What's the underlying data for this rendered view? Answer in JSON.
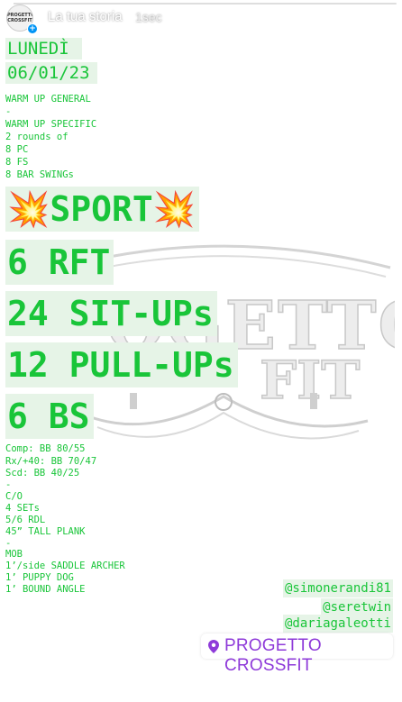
{
  "header": {
    "title": "La tua storia",
    "time": "1sec",
    "avatar_text": "PROGETTO CROSSFIT",
    "avatar_badge": "+"
  },
  "story": {
    "progress_fraction": 0.02
  },
  "workout": {
    "day": "LUNEDÌ",
    "date": "06/01/23",
    "warmup_lines": [
      "WARM UP GENERAL",
      "-",
      "WARM UP SPECIFIC",
      "2 rounds of",
      "8 PC",
      "8 FS",
      "8 BAR SWINGs"
    ],
    "big_lines": [
      "💥SPORT💥",
      "6 RFT",
      "24 SIT-UPs",
      "12 PULL-UPs",
      "6 BS"
    ],
    "detail_lines": [
      "Comp: BB 80/55",
      "Rx/+40: BB 70/47",
      "Scd: BB 40/25",
      "-",
      "C/O",
      "4 SETs",
      "5/6 RDL",
      "45” TALL PLANK",
      "-",
      "MOB",
      "1’/side SADDLE ARCHER",
      "1’ PUPPY DOG",
      "1’ BOUND ANGLE"
    ]
  },
  "mentions": [
    "@simonerandi81",
    "@seretwin",
    "@dariagaleotti"
  ],
  "location": {
    "label": "PROGETTO CROSSFIT",
    "icon": "location-pin-icon"
  },
  "watermark": {
    "text_top": "OGETTO",
    "text_bottom": "FIT"
  },
  "colors": {
    "text_green": "#19c539",
    "highlight_bg": "#e6f4e7",
    "location_purple": "#8e3ad9"
  }
}
